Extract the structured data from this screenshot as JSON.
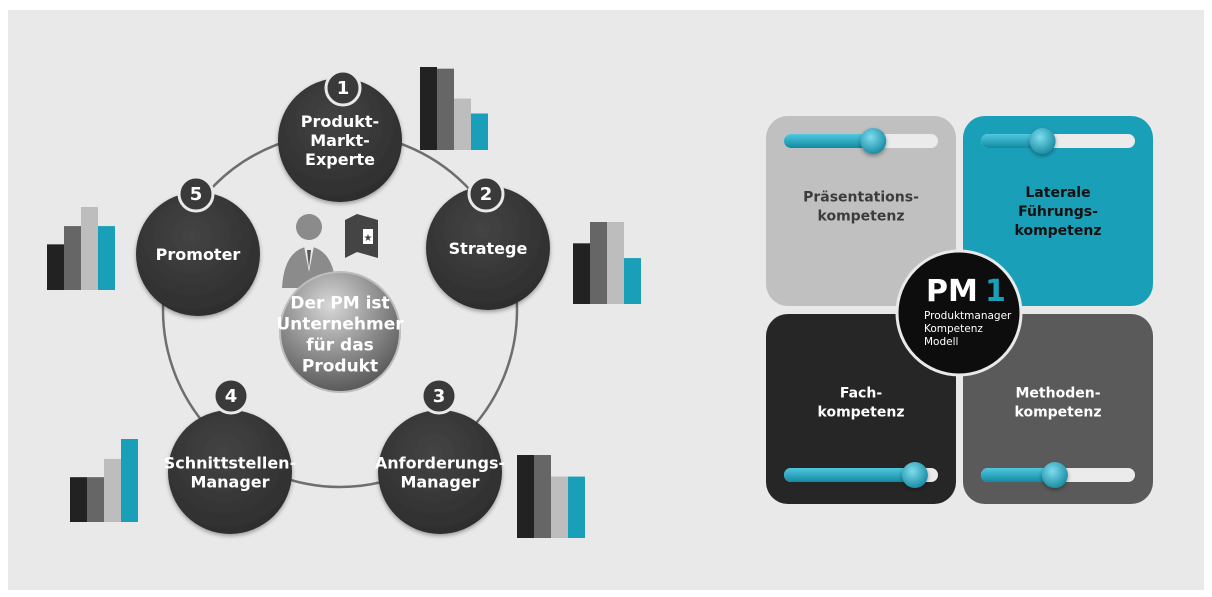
{
  "roles": [
    {
      "number": "1",
      "lines": [
        "Produkt-",
        "Markt-",
        "Experte"
      ],
      "bars": [
        1,
        0.98,
        0.62,
        0.44
      ],
      "bars_aside": "right"
    },
    {
      "number": "2",
      "lines": [
        "Stratege"
      ],
      "bars": [
        0.74,
        1,
        1,
        0.56
      ],
      "bars_aside": "right"
    },
    {
      "number": "3",
      "lines": [
        "Anforderungs-",
        "Manager"
      ],
      "bars": [
        1,
        1,
        0.74,
        0.74
      ],
      "bars_aside": "right"
    },
    {
      "number": "4",
      "lines": [
        "Schnittstellen-",
        "Manager"
      ],
      "bars": [
        0.54,
        0.54,
        0.76,
        1
      ],
      "bars_aside": "left"
    },
    {
      "number": "5",
      "lines": [
        "Promoter"
      ],
      "bars": [
        0.55,
        0.77,
        1,
        0.77
      ],
      "bars_aside": "left"
    }
  ],
  "bar_colors": [
    "#222222",
    "#666666",
    "#bdbdbd",
    "#1a9fb8"
  ],
  "center": {
    "lines": [
      "Der PM ist",
      "Unternehmer",
      "für das",
      "Produkt"
    ]
  },
  "icons": {
    "person": "businessman-icon",
    "badge": "product-badge-icon"
  },
  "competencies": [
    {
      "id": "praesentation",
      "lines": [
        "Präsentations-",
        "kompetenz"
      ],
      "bg": "#c0c0c0",
      "text_color": "#3c3c3c",
      "level": 0.58,
      "slider_position": "top"
    },
    {
      "id": "lateral",
      "lines": [
        "Laterale",
        "Führungs-",
        "kompetenz"
      ],
      "bg": "#1a9fb8",
      "text_color": "#111111",
      "level": 0.4,
      "slider_position": "top"
    },
    {
      "id": "fach",
      "lines": [
        "Fach-",
        "kompetenz"
      ],
      "bg": "#262626",
      "text_color": "#ffffff",
      "level": 0.85,
      "slider_position": "bottom"
    },
    {
      "id": "methoden",
      "lines": [
        "Methoden-",
        "kompetenz"
      ],
      "bg": "#5a5a5a",
      "text_color": "#ffffff",
      "level": 0.48,
      "slider_position": "bottom"
    }
  ],
  "logo": {
    "mark": "PM",
    "mark_number": "1",
    "lines": [
      "Produktmanager",
      "Kompetenz",
      "Modell"
    ]
  },
  "colors": {
    "accent": "#1a9fb8",
    "dark_node": "#333333",
    "background": "#e9e9e9"
  }
}
